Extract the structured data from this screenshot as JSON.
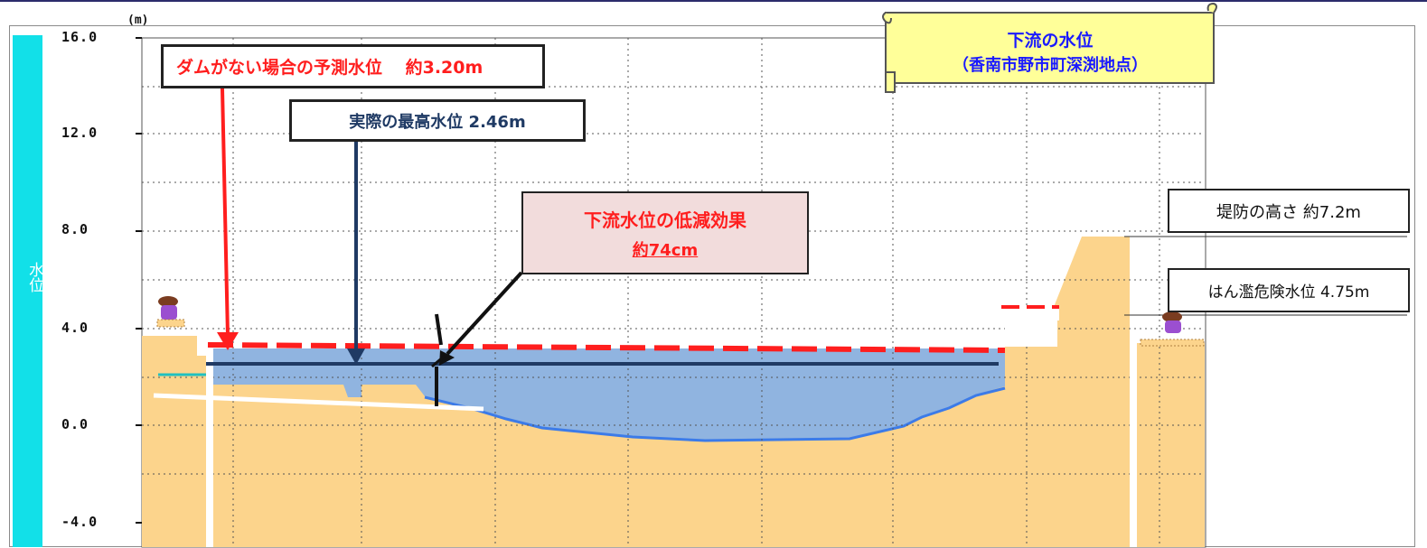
{
  "axis": {
    "unit": "(m)",
    "vertical_label": "水位",
    "ticks": [
      "16.0",
      "12.0",
      "8.0",
      "4.0",
      "0.0",
      "-4.0"
    ]
  },
  "scroll_title": {
    "line1": "下流の水位",
    "line2": "（香南市野市町深渕地点）"
  },
  "annotations": {
    "no_dam": "ダムがない場合の予測水位　 約3.20m",
    "actual": "実際の最高水位 2.46m",
    "effect_title": "下流水位の低減効果",
    "effect_value": "約74cm",
    "levee": "堤防の高さ 約7.2m",
    "flood_danger": "はん濫危険水位 4.75m"
  },
  "colors": {
    "water_level_bar": "#12e0e8",
    "ground": "#fcd48c",
    "water": "#90b4e0",
    "predicted_line": "#ff1e1e",
    "actual_line": "#1f3a64",
    "effect_box": "#f2dcdc",
    "scroll": "#ffff99"
  },
  "icons": [
    "person-icon-left",
    "person-icon-right"
  ]
}
